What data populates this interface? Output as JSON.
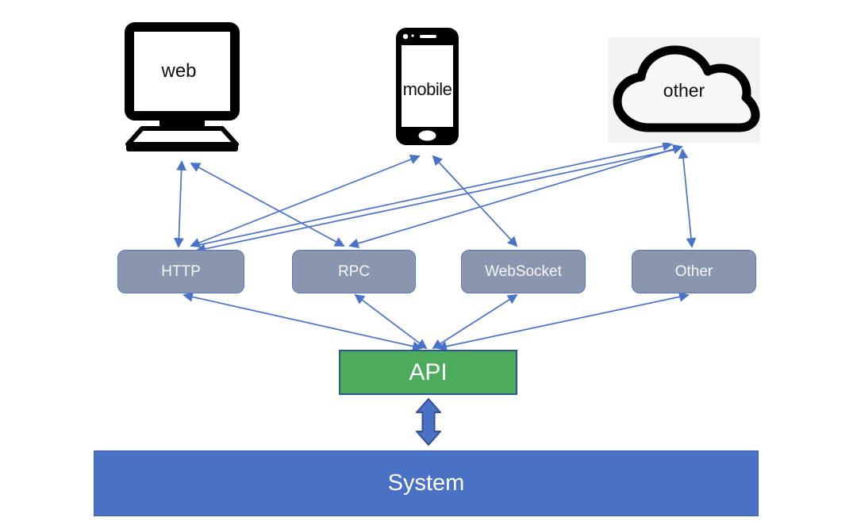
{
  "diagram": {
    "clients": [
      {
        "id": "web",
        "label": "web",
        "icon": "desktop-computer-icon"
      },
      {
        "id": "mobile",
        "label": "mobile",
        "icon": "smartphone-icon"
      },
      {
        "id": "cloud",
        "label": "other",
        "icon": "cloud-icon"
      }
    ],
    "protocols": [
      {
        "id": "http",
        "label": "HTTP"
      },
      {
        "id": "rpc",
        "label": "RPC"
      },
      {
        "id": "ws",
        "label": "WebSocket"
      },
      {
        "id": "other",
        "label": "Other"
      }
    ],
    "api": {
      "label": "API"
    },
    "system": {
      "label": "System"
    },
    "colors": {
      "arrow": "#4A72C9",
      "protocol_fill": "#8A96AD",
      "protocol_border": "#5577BE",
      "protocol_text": "#F5F7FA",
      "api_fill": "#4CAC5C",
      "api_border": "#2F5597",
      "api_text": "#FFFFFF",
      "system_fill": "#4A72C4",
      "system_border": "#3D5FA8",
      "system_text": "#FFFFFF",
      "block_arrow_fill": "#4A72C4",
      "block_arrow_border": "#35508F",
      "cloud_bg": "#F3F3F3",
      "icon_color": "#000000"
    },
    "edges": [
      {
        "from": "web",
        "to": "http",
        "double": true
      },
      {
        "from": "web",
        "to": "rpc",
        "double": true
      },
      {
        "from": "mobile",
        "to": "http",
        "double": true
      },
      {
        "from": "mobile",
        "to": "ws",
        "double": true
      },
      {
        "from": "http",
        "to": "cloud",
        "double": false
      },
      {
        "from": "cloud",
        "to": "http",
        "double": false
      },
      {
        "from": "cloud",
        "to": "rpc",
        "double": true
      },
      {
        "from": "cloud",
        "to": "other",
        "double": true
      },
      {
        "from": "http",
        "to": "api",
        "double": true
      },
      {
        "from": "rpc",
        "to": "api",
        "double": true
      },
      {
        "from": "ws",
        "to": "api",
        "double": true
      },
      {
        "from": "other",
        "to": "api",
        "double": true
      },
      {
        "from": "api",
        "to": "system",
        "double": true,
        "style": "block"
      }
    ]
  }
}
